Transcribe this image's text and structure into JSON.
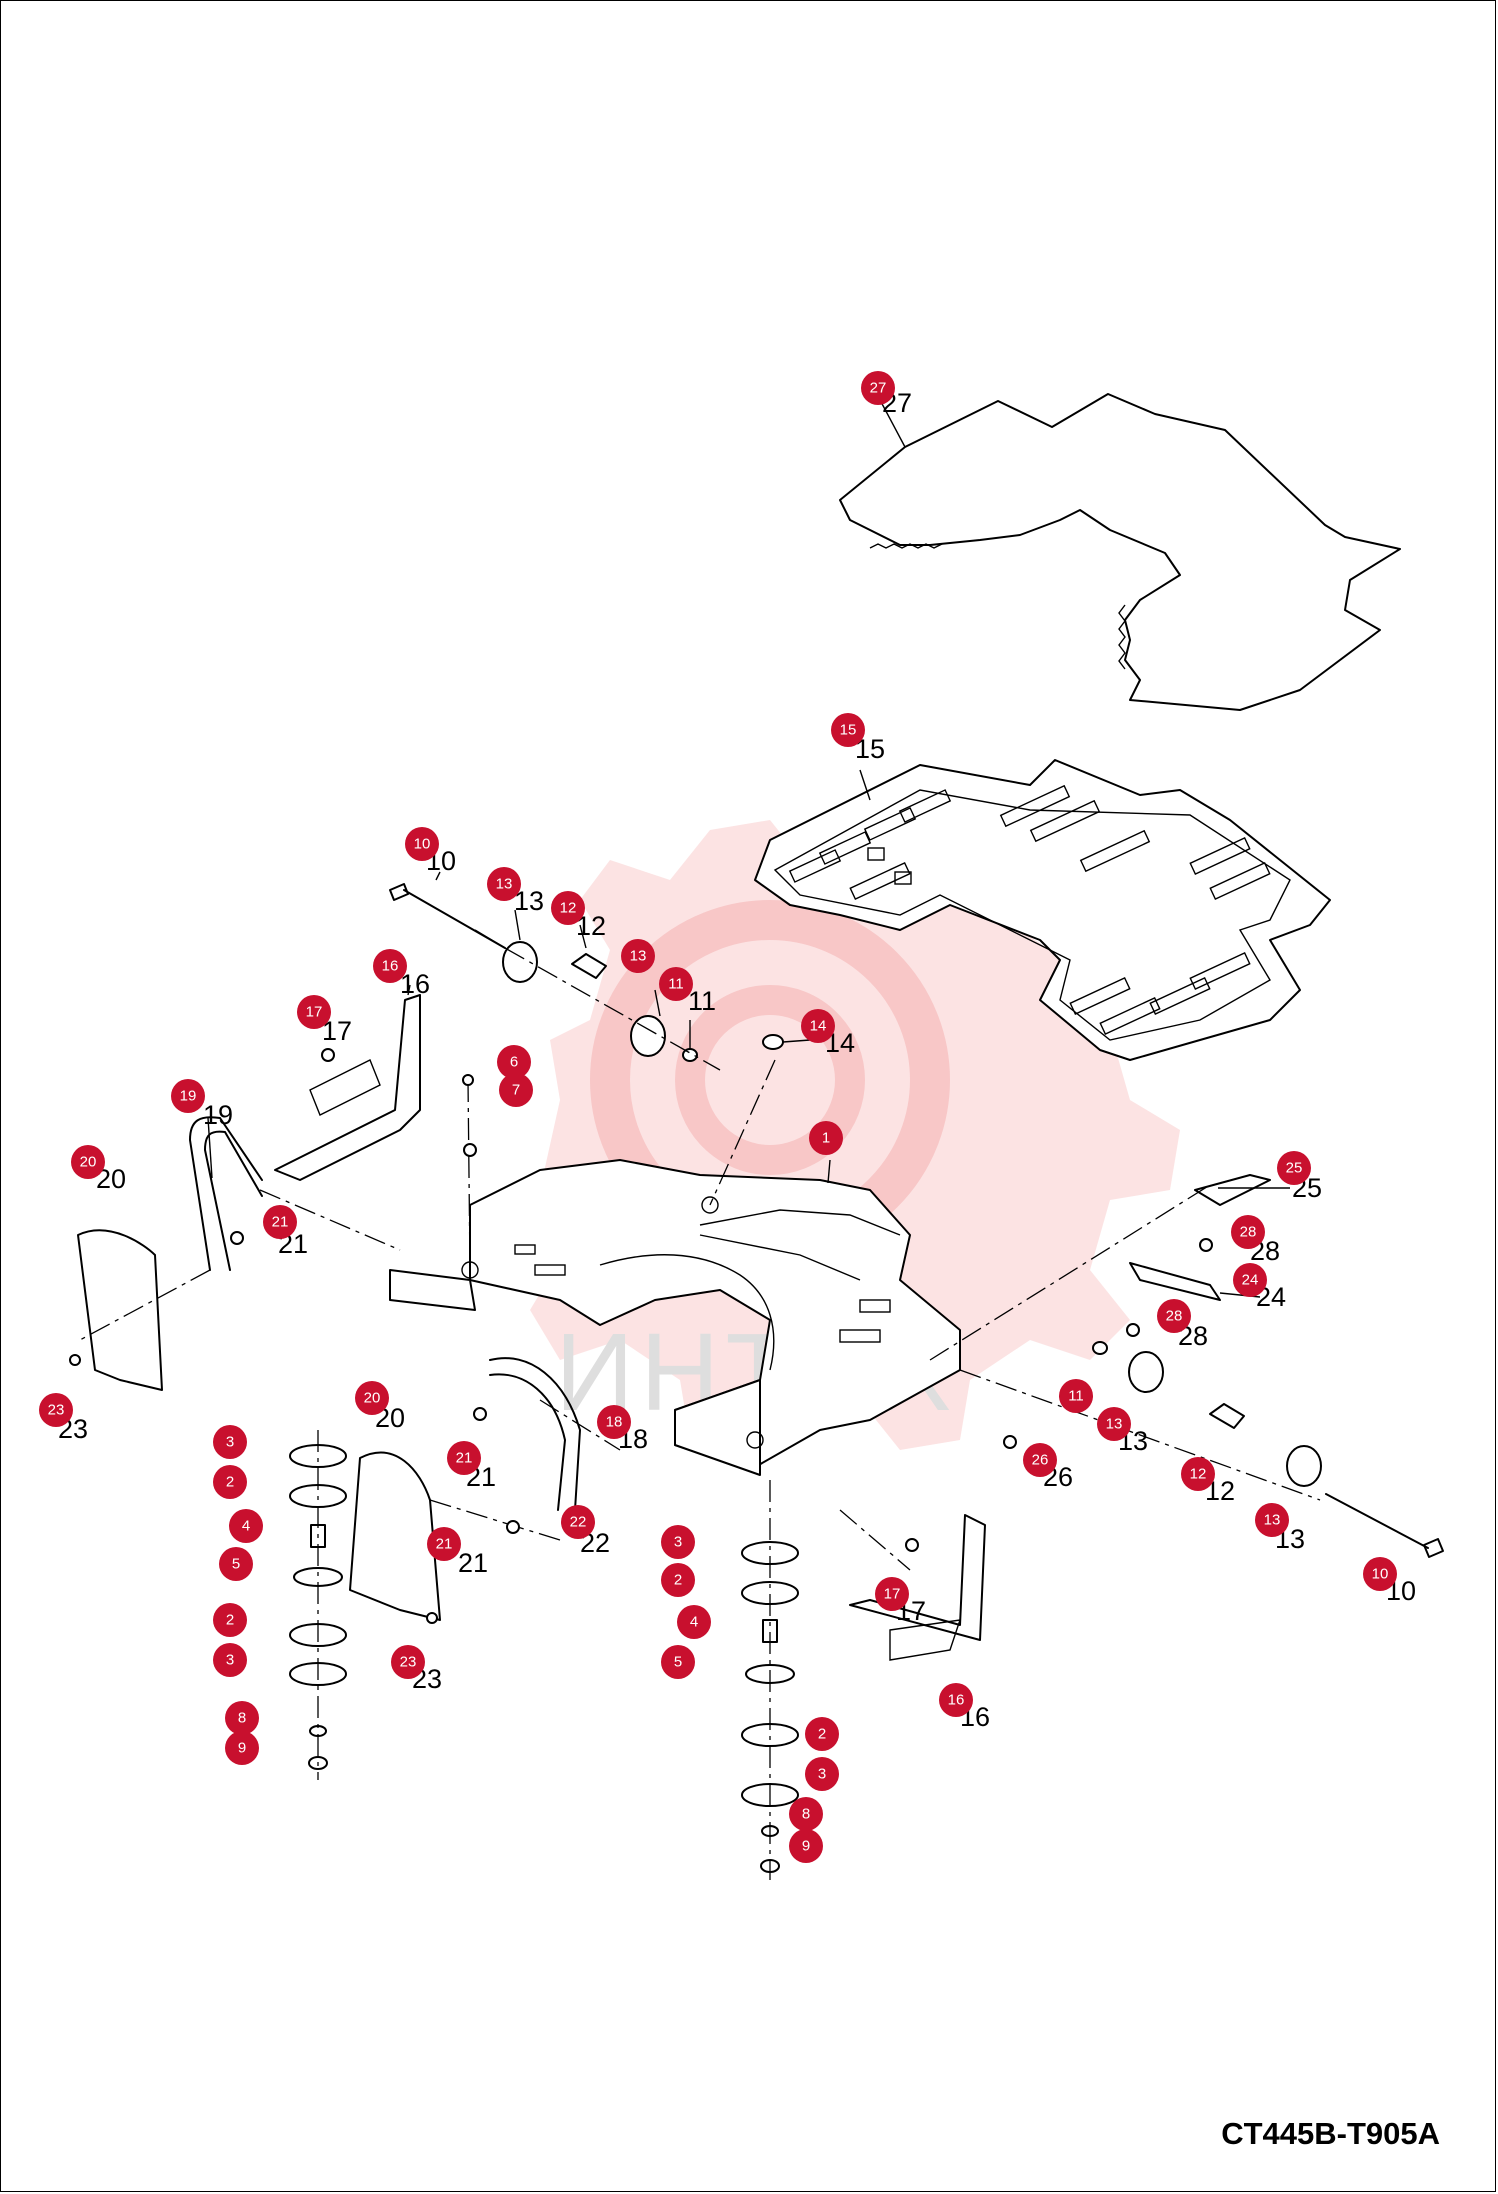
{
  "drawing_code": "CT445B-T905A",
  "watermark_text": "ИНТЕХ",
  "colors": {
    "callout": "#c8102e",
    "watermark": "#f4b4b4",
    "line": "#000000"
  },
  "callouts": [
    {
      "n": "27"
    },
    {
      "n": "15"
    },
    {
      "n": "10"
    },
    {
      "n": "13"
    },
    {
      "n": "12"
    },
    {
      "n": "13"
    },
    {
      "n": "11"
    },
    {
      "n": "14"
    },
    {
      "n": "16"
    },
    {
      "n": "17"
    },
    {
      "n": "6"
    },
    {
      "n": "7"
    },
    {
      "n": "19"
    },
    {
      "n": "1"
    },
    {
      "n": "20"
    },
    {
      "n": "21"
    },
    {
      "n": "25"
    },
    {
      "n": "28"
    },
    {
      "n": "24"
    },
    {
      "n": "28"
    },
    {
      "n": "23"
    },
    {
      "n": "20"
    },
    {
      "n": "18"
    },
    {
      "n": "11"
    },
    {
      "n": "13"
    },
    {
      "n": "3"
    },
    {
      "n": "21"
    },
    {
      "n": "26"
    },
    {
      "n": "2"
    },
    {
      "n": "22"
    },
    {
      "n": "12"
    },
    {
      "n": "4"
    },
    {
      "n": "21"
    },
    {
      "n": "13"
    },
    {
      "n": "5"
    },
    {
      "n": "3"
    },
    {
      "n": "10"
    },
    {
      "n": "2"
    },
    {
      "n": "17"
    },
    {
      "n": "2"
    },
    {
      "n": "4"
    },
    {
      "n": "3"
    },
    {
      "n": "23"
    },
    {
      "n": "5"
    },
    {
      "n": "16"
    },
    {
      "n": "8"
    },
    {
      "n": "9"
    },
    {
      "n": "2"
    },
    {
      "n": "3"
    },
    {
      "n": "8"
    },
    {
      "n": "9"
    }
  ],
  "plain_numbers": [
    {
      "t": "27"
    },
    {
      "t": "15"
    },
    {
      "t": "10"
    },
    {
      "t": "13"
    },
    {
      "t": "12"
    },
    {
      "t": "11"
    },
    {
      "t": "14"
    },
    {
      "t": "16"
    },
    {
      "t": "17"
    },
    {
      "t": "19"
    },
    {
      "t": "20"
    },
    {
      "t": "21"
    },
    {
      "t": "25"
    },
    {
      "t": "28"
    },
    {
      "t": "24"
    },
    {
      "t": "28"
    },
    {
      "t": "23"
    },
    {
      "t": "20"
    },
    {
      "t": "18"
    },
    {
      "t": "13"
    },
    {
      "t": "21"
    },
    {
      "t": "26"
    },
    {
      "t": "22"
    },
    {
      "t": "12"
    },
    {
      "t": "21"
    },
    {
      "t": "13"
    },
    {
      "t": "10"
    },
    {
      "t": "17"
    },
    {
      "t": "23"
    },
    {
      "t": "16"
    }
  ]
}
